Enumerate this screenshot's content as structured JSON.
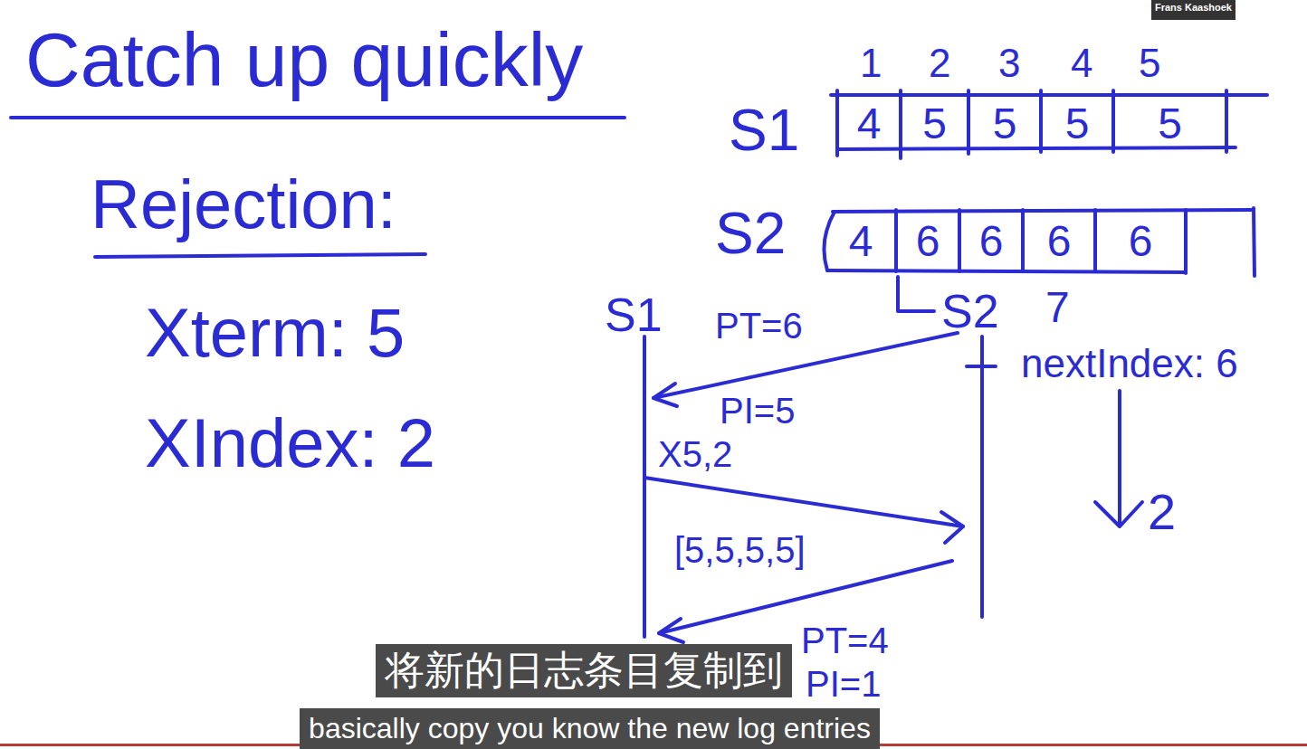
{
  "diagram": {
    "title": "Catch up quickly",
    "nodes": [
      {
        "text": [
          "Frans Kaashoek"
        ]
      },
      {
        "text": [
          "4"
        ]
      },
      {
        "text": [
          "5"
        ]
      },
      {
        "text": [
          "5"
        ]
      },
      {
        "text": [
          "5"
        ]
      },
      {
        "text": [
          "5"
        ]
      },
      {
        "text": [
          "4"
        ]
      },
      {
        "text": [
          "6"
        ]
      },
      {
        "text": [
          "6"
        ]
      },
      {
        "text": [
          "6"
        ]
      },
      {
        "text": [
          "6"
        ]
      },
      {
        "text": [
          "将新的日志条目复制到"
        ]
      },
      {
        "text": [
          "basically copy you know the new log entries"
        ]
      }
    ],
    "labels": [
      "Rejection:",
      "Xterm: 5",
      "XIndex: 2",
      "1",
      "2",
      "3",
      "4",
      "5",
      "S1",
      "S2",
      "S1",
      "S2",
      "7",
      "nextIndex: 6",
      "2",
      "PT=6",
      "PI=5",
      "X5,2",
      "[5,5,5,5]",
      "PT=4",
      "PI=1"
    ]
  }
}
